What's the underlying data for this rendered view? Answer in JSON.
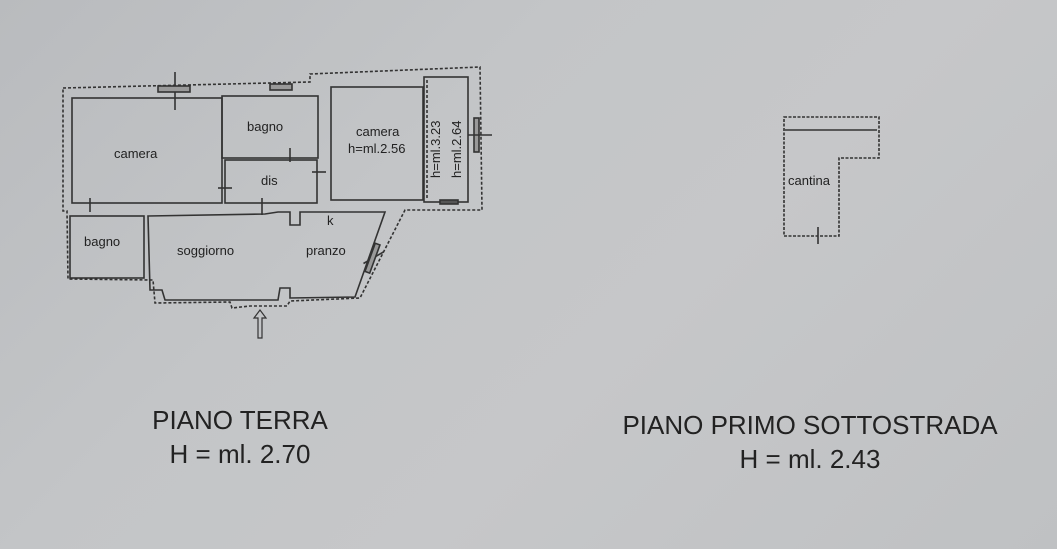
{
  "plans": [
    {
      "name": "piano-terra",
      "title": "PIANO TERRA",
      "height_label": "H = ml. 2.70",
      "rooms": [
        {
          "id": "camera-1",
          "label": "camera"
        },
        {
          "id": "bagno-1",
          "label": "bagno"
        },
        {
          "id": "dis",
          "label": "dis"
        },
        {
          "id": "camera-2",
          "label": "camera",
          "sub": "h=ml.2.56"
        },
        {
          "id": "bagno-2",
          "label": "bagno"
        },
        {
          "id": "soggiorno",
          "label": "soggiorno"
        },
        {
          "id": "pranzo",
          "label": "pranzo"
        },
        {
          "id": "k",
          "label": "k"
        }
      ],
      "vertical_labels": [
        "h=ml.3.23",
        "h=ml.2.64"
      ]
    },
    {
      "name": "piano-primo-sottostrada",
      "title": "PIANO PRIMO SOTTOSTRADA",
      "height_label": "H = ml. 2.43",
      "rooms": [
        {
          "id": "cantina",
          "label": "cantina"
        }
      ]
    }
  ]
}
